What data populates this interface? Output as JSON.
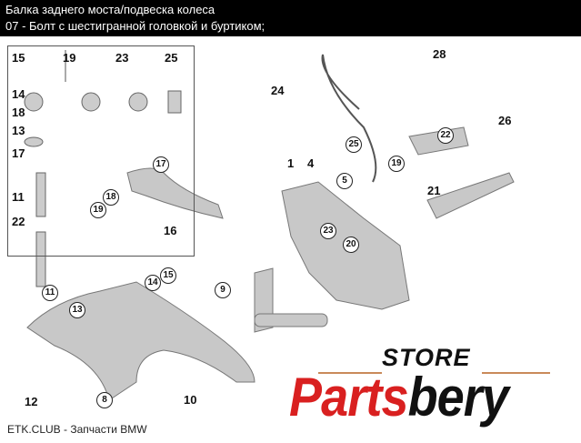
{
  "header": {
    "title": "Балка заднего моста/подвеска колеса",
    "subtitle": "07 - Болт с шестигранной головкой и буртиком;"
  },
  "parts_grid": [
    "15",
    "19",
    "23",
    "25",
    "14",
    "18",
    "13",
    "17",
    "11",
    "22"
  ],
  "callouts": {
    "p28": "28",
    "p24": "24",
    "p26": "26",
    "p22": "22",
    "p19a": "19",
    "p21": "21",
    "p1": "1",
    "p4": "4",
    "p25": "25",
    "p5": "5",
    "p23": "23",
    "p20": "20",
    "p17": "17",
    "p18": "18",
    "p19b": "19",
    "p16": "16",
    "p15": "15",
    "p14": "14",
    "p11": "11",
    "p13": "13",
    "p9": "9",
    "p12": "12",
    "p8": "8",
    "p10": "10"
  },
  "logo": {
    "store": "STORE",
    "brand_red": "Parts",
    "brand_black": "bery"
  },
  "footer": "ETK.CLUB - Запчасти BMW"
}
